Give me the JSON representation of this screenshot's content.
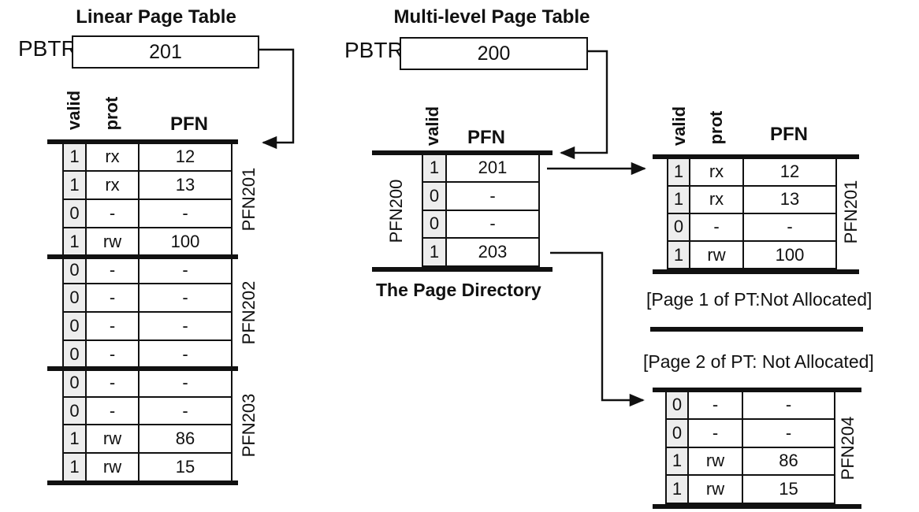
{
  "colors": {
    "line": "#111111",
    "valid_cell_bg": "#ededed",
    "background": "#ffffff",
    "text": "#111111"
  },
  "linear": {
    "title": "Linear Page Table",
    "register": {
      "label": "PBTR",
      "value": "201"
    },
    "headers": {
      "valid": "valid",
      "prot": "prot",
      "pfn": "PFN"
    },
    "rows": [
      {
        "valid": "1",
        "prot": "rx",
        "pfn": "12"
      },
      {
        "valid": "1",
        "prot": "rx",
        "pfn": "13"
      },
      {
        "valid": "0",
        "prot": "-",
        "pfn": "-"
      },
      {
        "valid": "1",
        "prot": "rw",
        "pfn": "100"
      },
      {
        "valid": "0",
        "prot": "-",
        "pfn": "-"
      },
      {
        "valid": "0",
        "prot": "-",
        "pfn": "-"
      },
      {
        "valid": "0",
        "prot": "-",
        "pfn": "-"
      },
      {
        "valid": "0",
        "prot": "-",
        "pfn": "-"
      },
      {
        "valid": "0",
        "prot": "-",
        "pfn": "-"
      },
      {
        "valid": "0",
        "prot": "-",
        "pfn": "-"
      },
      {
        "valid": "1",
        "prot": "rw",
        "pfn": "86"
      },
      {
        "valid": "1",
        "prot": "rw",
        "pfn": "15"
      }
    ],
    "group_labels": [
      "PFN201",
      "PFN202",
      "PFN203"
    ]
  },
  "multilevel": {
    "title": "Multi-level Page Table",
    "register": {
      "label": "PBTR",
      "value": "200"
    },
    "directory": {
      "headers": {
        "valid": "valid",
        "pfn": "PFN"
      },
      "rows": [
        {
          "valid": "1",
          "pfn": "201"
        },
        {
          "valid": "0",
          "pfn": "-"
        },
        {
          "valid": "0",
          "pfn": "-"
        },
        {
          "valid": "1",
          "pfn": "203"
        }
      ],
      "frame_label": "PFN200",
      "caption": "The Page Directory"
    },
    "page_table_0": {
      "headers": {
        "valid": "valid",
        "prot": "prot",
        "pfn": "PFN"
      },
      "rows": [
        {
          "valid": "1",
          "prot": "rx",
          "pfn": "12"
        },
        {
          "valid": "1",
          "prot": "rx",
          "pfn": "13"
        },
        {
          "valid": "0",
          "prot": "-",
          "pfn": "-"
        },
        {
          "valid": "1",
          "prot": "rw",
          "pfn": "100"
        }
      ],
      "frame_label": "PFN201"
    },
    "note_page1": "[Page 1 of PT:Not Allocated]",
    "note_page2": "[Page 2 of PT: Not Allocated]",
    "page_table_3": {
      "rows": [
        {
          "valid": "0",
          "prot": "-",
          "pfn": "-"
        },
        {
          "valid": "0",
          "prot": "-",
          "pfn": "-"
        },
        {
          "valid": "1",
          "prot": "rw",
          "pfn": "86"
        },
        {
          "valid": "1",
          "prot": "rw",
          "pfn": "15"
        }
      ],
      "frame_label": "PFN204"
    }
  }
}
